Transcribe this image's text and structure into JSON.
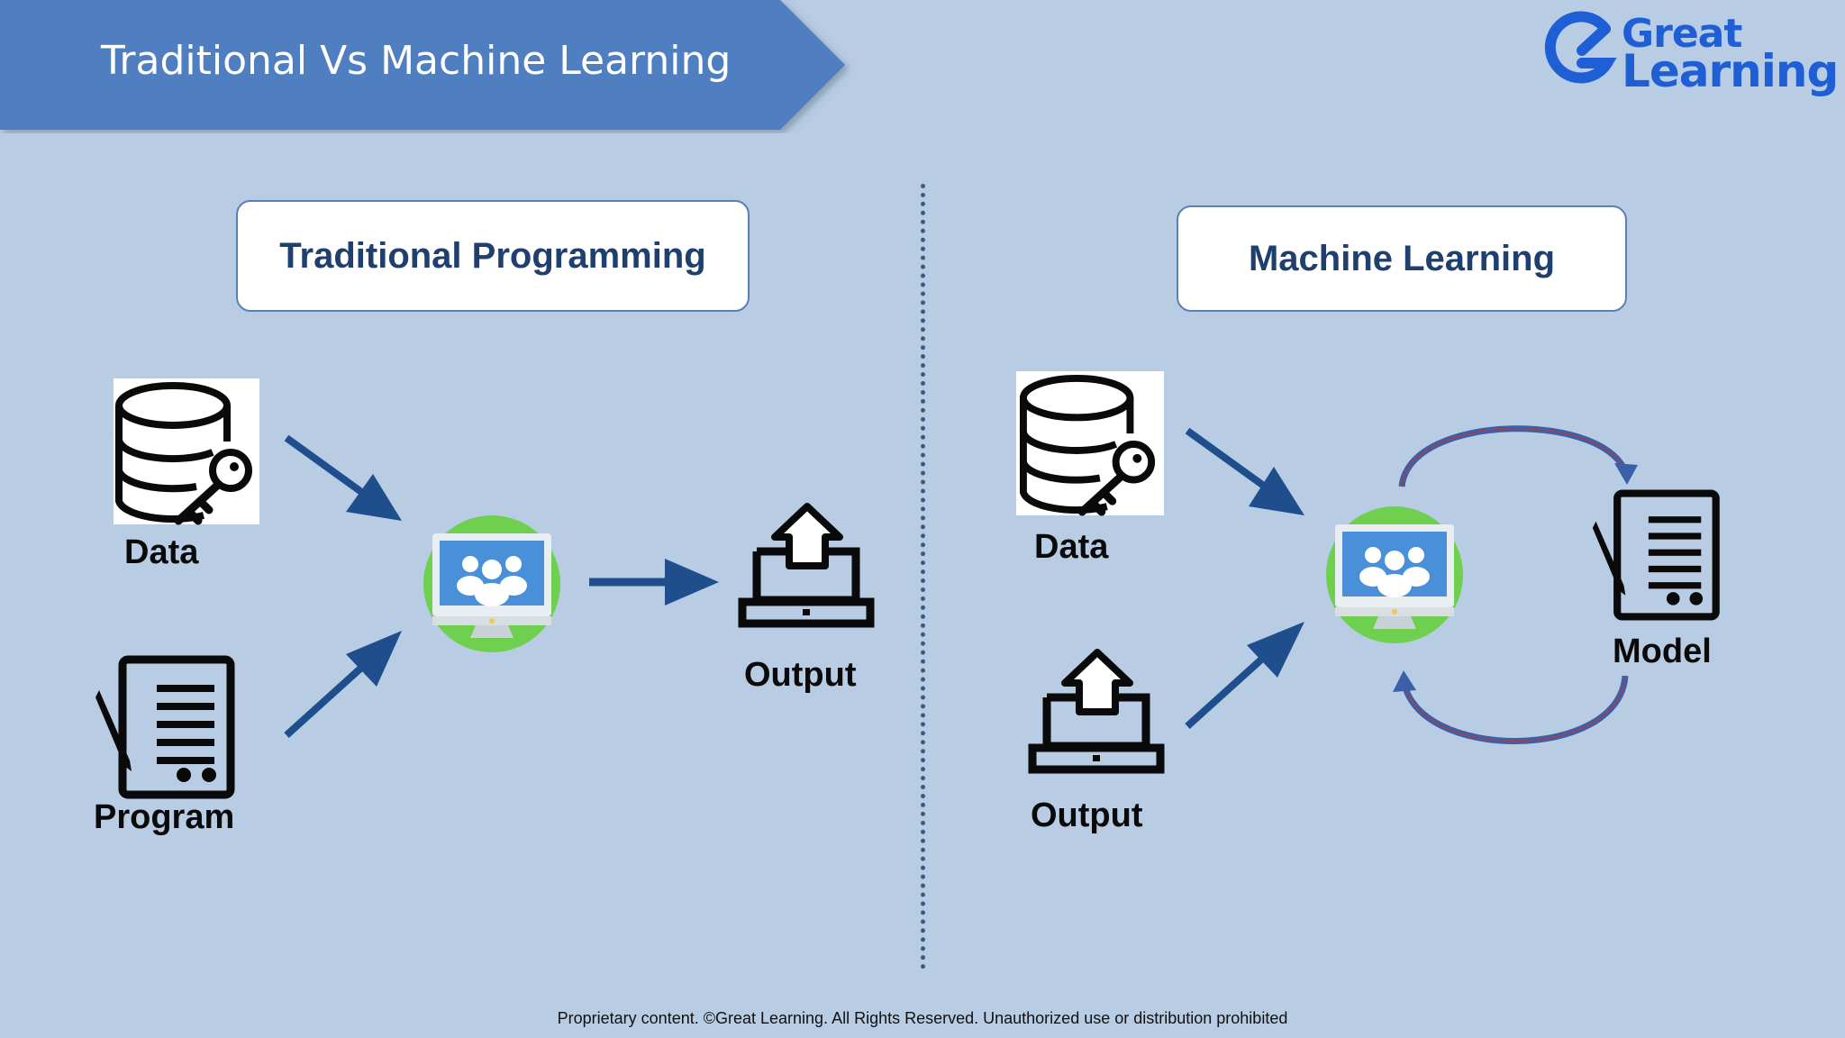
{
  "header": {
    "title": "Traditional Vs Machine Learning"
  },
  "logo": {
    "line1": "Great",
    "line2": "Learning",
    "color": "#1e5fd6"
  },
  "left_section": {
    "title": "Traditional Programming",
    "data_label": "Data",
    "program_label": "Program",
    "output_label": "Output"
  },
  "right_section": {
    "title": "Machine Learning",
    "data_label": "Data",
    "output_label": "Output",
    "model_label": "Model"
  },
  "footer": {
    "text": "Proprietary content. ©Great Learning. All Rights Reserved. Unauthorized use or distribution prohibited"
  },
  "colors": {
    "background": "#b8cce4",
    "banner": "#4f7fc0",
    "arrow": "#1f4e8c",
    "computer_circle": "#6fcf4f",
    "title_text": "#1f3f6e"
  }
}
